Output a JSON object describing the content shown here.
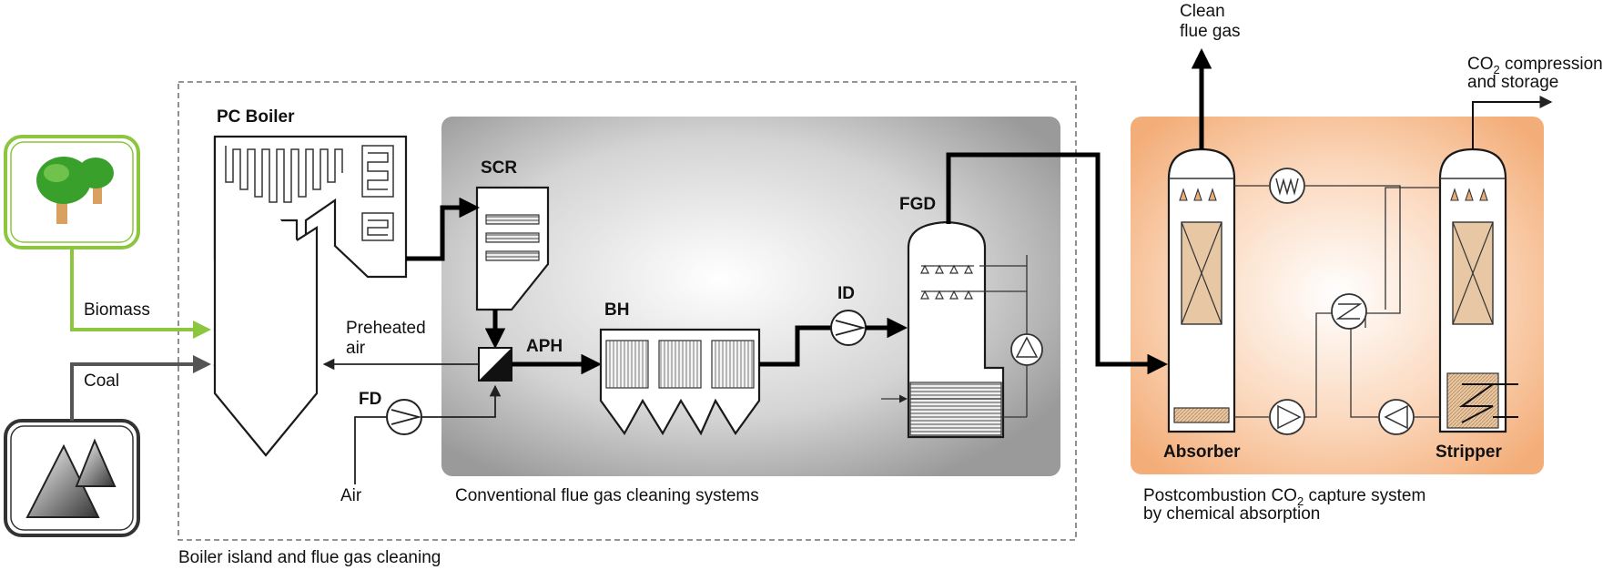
{
  "labels": {
    "pc_boiler": "PC Boiler",
    "scr": "SCR",
    "fgd": "FGD",
    "bh": "BH",
    "id": "ID",
    "aph": "APH",
    "fd": "FD",
    "biomass": "Biomass",
    "coal": "Coal",
    "air": "Air",
    "preheated_line1": "Preheated",
    "preheated_line2": "air",
    "conventional": "Conventional flue gas cleaning systems",
    "boiler_island": "Boiler island and flue gas cleaning",
    "clean_line1": "Clean",
    "clean_line2": "flue gas",
    "co2_line1_pre": "CO",
    "co2_line1_sub": "2",
    "co2_line1_post": " compression",
    "co2_line2": "and storage",
    "absorber": "Absorber",
    "stripper": "Stripper",
    "post_line1_pre": "Postcombustion CO",
    "post_line1_sub": "2",
    "post_line1_post": " capture system",
    "post_line2": "by chemical absorption"
  },
  "colors": {
    "biomass_green": "#8cc63f",
    "tree_green": "#3aa02c",
    "capture_orange": "#f6b98a",
    "cleaning_grey": "#b0b0b0"
  }
}
